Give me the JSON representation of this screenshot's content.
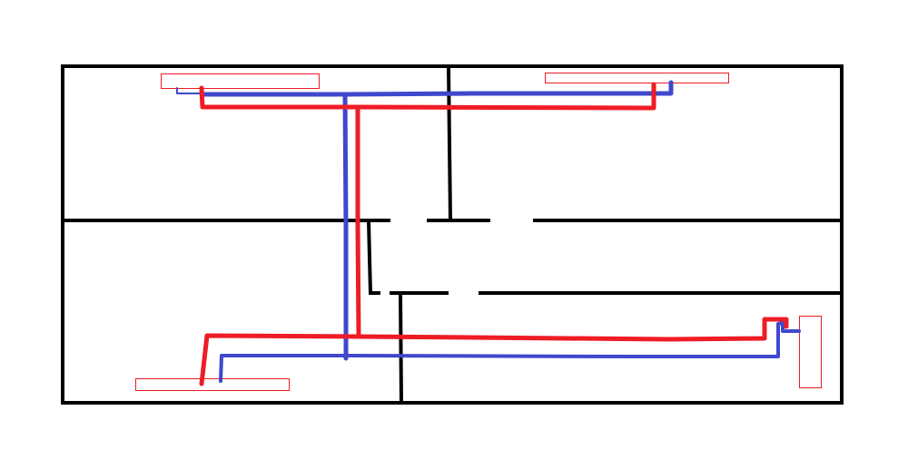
{
  "diagram": {
    "type": "floor-plan-piping-sketch",
    "colors": {
      "background": "#ffffff",
      "walls": "#000000",
      "hot_line": "#ee1c25",
      "cold_line": "#3f48cc",
      "fixture_outline": "#ee1c25"
    },
    "fixtures": [
      {
        "name": "fixture-top-left"
      },
      {
        "name": "fixture-top-right"
      },
      {
        "name": "fixture-bottom-left"
      },
      {
        "name": "fixture-bottom-right"
      }
    ]
  }
}
